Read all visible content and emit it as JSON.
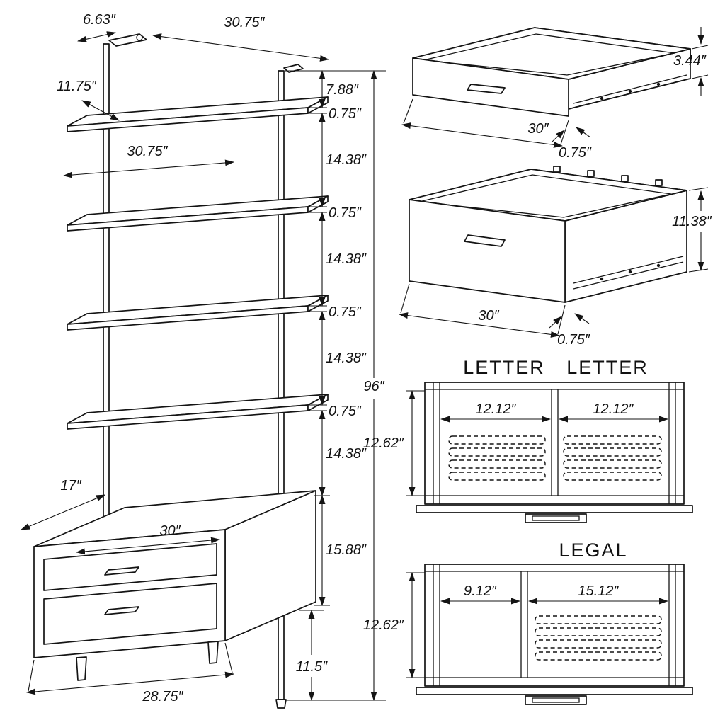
{
  "colors": {
    "background": "#ffffff",
    "line": "#141414",
    "text": "#111111"
  },
  "shelf_unit": {
    "dims": {
      "bracket_depth": "6.63″",
      "top_width": "30.75″",
      "shelf_depth": "11.75″",
      "top_offset": "7.88″",
      "shelf_thickness": "0.75″",
      "shelf_width": "30.75″",
      "shelf_gap": "14.38″",
      "total_height": "96″",
      "cabinet_depth": "17″",
      "cabinet_width": "30″",
      "cabinet_height": "15.88″",
      "base_height": "11.5″",
      "base_width": "28.75″"
    }
  },
  "shallow_drawer": {
    "dims": {
      "height": "3.44″",
      "width": "30″",
      "front_thickness": "0.75″"
    }
  },
  "deep_drawer": {
    "dims": {
      "height": "11.38″",
      "width": "30″",
      "front_thickness": "0.75″"
    }
  },
  "letter_layout": {
    "title_left": "LETTER",
    "title_right": "LETTER",
    "dims": {
      "left_width": "12.12″",
      "right_width": "12.12″",
      "front_depth": "12.62″"
    }
  },
  "legal_layout": {
    "title": "LEGAL",
    "dims": {
      "left_width": "9.12″",
      "right_width": "15.12″",
      "front_depth": "12.62″"
    }
  }
}
